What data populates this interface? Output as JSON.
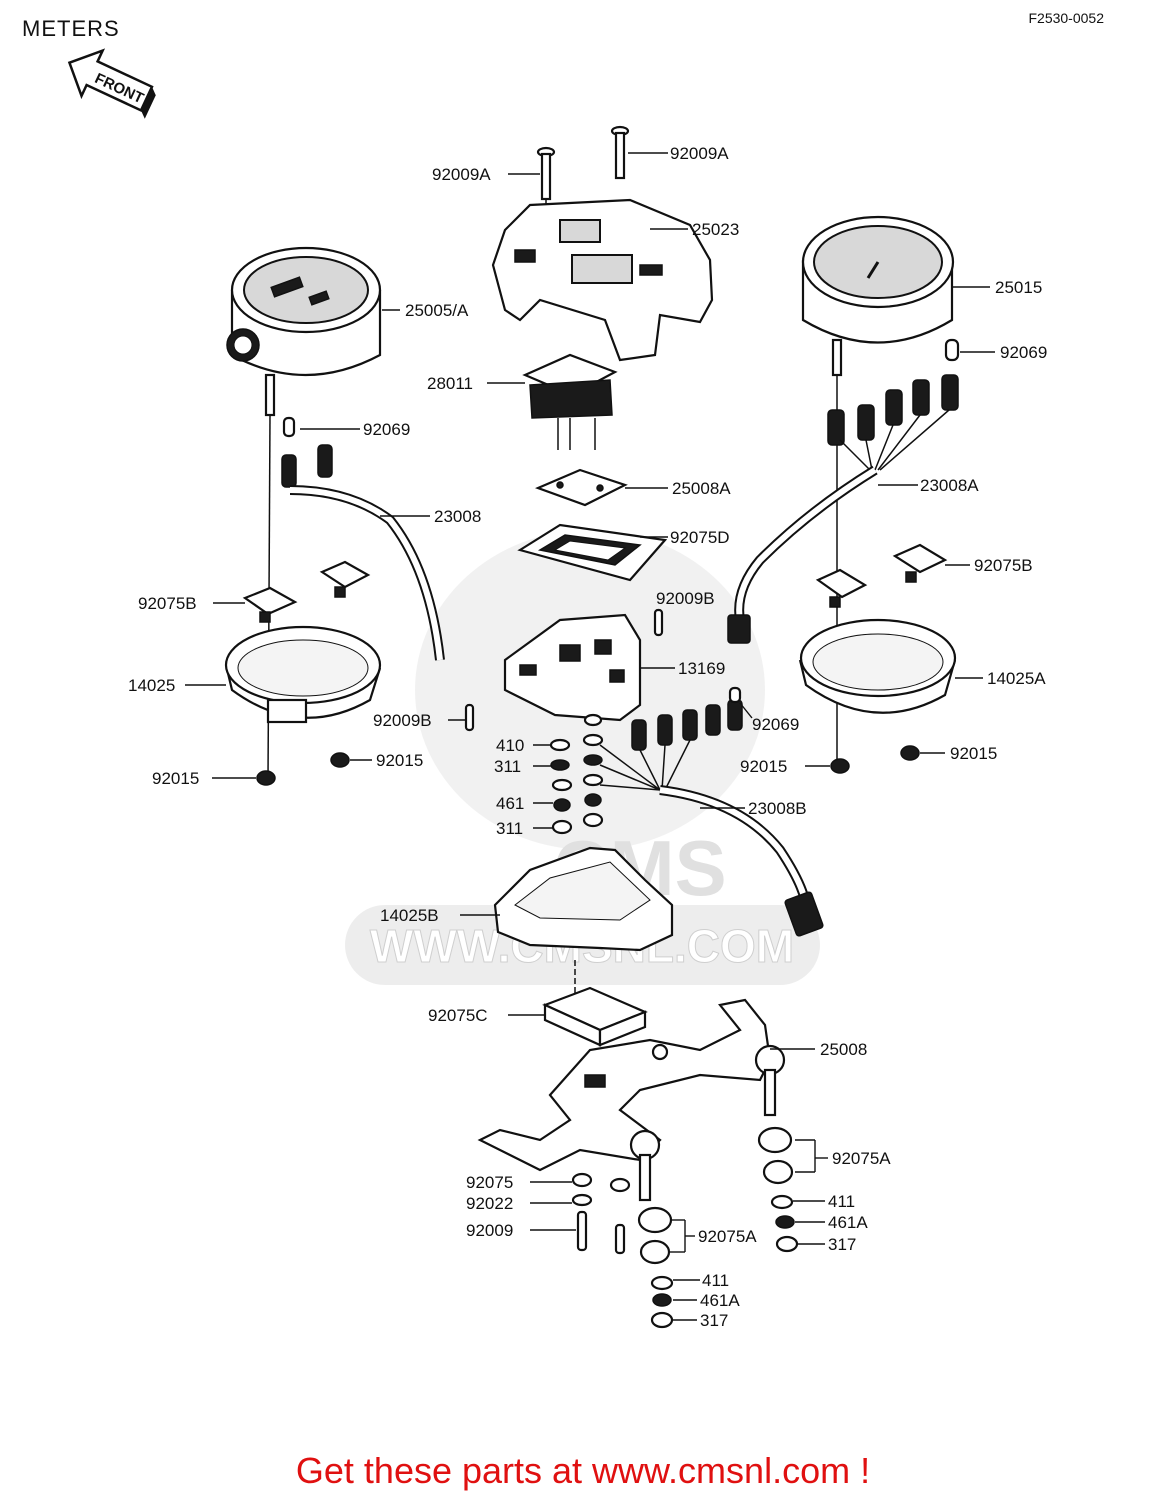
{
  "header": {
    "title": "METERS",
    "diagram_code": "F2530-0052",
    "front_arrow": "FRONT"
  },
  "watermark": "WWW.CMSNL.COM",
  "watermark_logo": "CMS",
  "footer": "Get these parts at www.cmsnl.com !",
  "parts": [
    {
      "id": "92009A_left",
      "label": "92009A"
    },
    {
      "id": "92009A_right",
      "label": "92009A"
    },
    {
      "id": "25023",
      "label": "25023"
    },
    {
      "id": "25005A",
      "label": "25005/A"
    },
    {
      "id": "25015",
      "label": "25015"
    },
    {
      "id": "92069_right",
      "label": "92069"
    },
    {
      "id": "28011",
      "label": "28011"
    },
    {
      "id": "92069_left",
      "label": "92069"
    },
    {
      "id": "25008A",
      "label": "25008A"
    },
    {
      "id": "23008A",
      "label": "23008A"
    },
    {
      "id": "23008",
      "label": "23008"
    },
    {
      "id": "92075D",
      "label": "92075D"
    },
    {
      "id": "92075B_right",
      "label": "92075B"
    },
    {
      "id": "92075B_left",
      "label": "92075B"
    },
    {
      "id": "92009B_right",
      "label": "92009B"
    },
    {
      "id": "13169",
      "label": "13169"
    },
    {
      "id": "14025",
      "label": "14025"
    },
    {
      "id": "14025A",
      "label": "14025A"
    },
    {
      "id": "92009B_left",
      "label": "92009B"
    },
    {
      "id": "92069_mid",
      "label": "92069"
    },
    {
      "id": "410",
      "label": "410"
    },
    {
      "id": "92015_mid_right",
      "label": "92015"
    },
    {
      "id": "92015_far_right",
      "label": "92015"
    },
    {
      "id": "92015_mid_left",
      "label": "92015"
    },
    {
      "id": "311_a",
      "label": "311"
    },
    {
      "id": "92015_left",
      "label": "92015"
    },
    {
      "id": "461",
      "label": "461"
    },
    {
      "id": "23008B",
      "label": "23008B"
    },
    {
      "id": "311_b",
      "label": "311"
    },
    {
      "id": "14025B",
      "label": "14025B"
    },
    {
      "id": "92075C",
      "label": "92075C"
    },
    {
      "id": "25008",
      "label": "25008"
    },
    {
      "id": "92075A_right",
      "label": "92075A"
    },
    {
      "id": "92075",
      "label": "92075"
    },
    {
      "id": "411_right",
      "label": "411"
    },
    {
      "id": "92022",
      "label": "92022"
    },
    {
      "id": "461A_right",
      "label": "461A"
    },
    {
      "id": "92009",
      "label": "92009"
    },
    {
      "id": "92075A_mid",
      "label": "92075A"
    },
    {
      "id": "317_right",
      "label": "317"
    },
    {
      "id": "411_bottom",
      "label": "411"
    },
    {
      "id": "461A_bottom",
      "label": "461A"
    },
    {
      "id": "317_bottom",
      "label": "317"
    }
  ]
}
